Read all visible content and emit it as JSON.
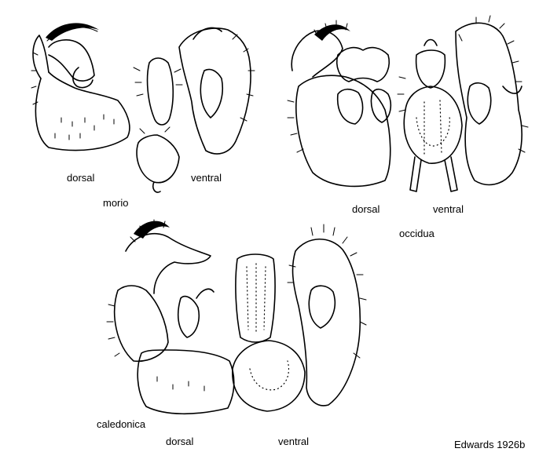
{
  "figure": {
    "panels": [
      {
        "species": "morio",
        "views": [
          "dorsal",
          "ventral"
        ]
      },
      {
        "species": "occidua",
        "views": [
          "dorsal",
          "ventral"
        ]
      },
      {
        "species": "caledonica",
        "views": [
          "dorsal",
          "ventral"
        ]
      }
    ],
    "credit": "Edwards 1926b"
  }
}
